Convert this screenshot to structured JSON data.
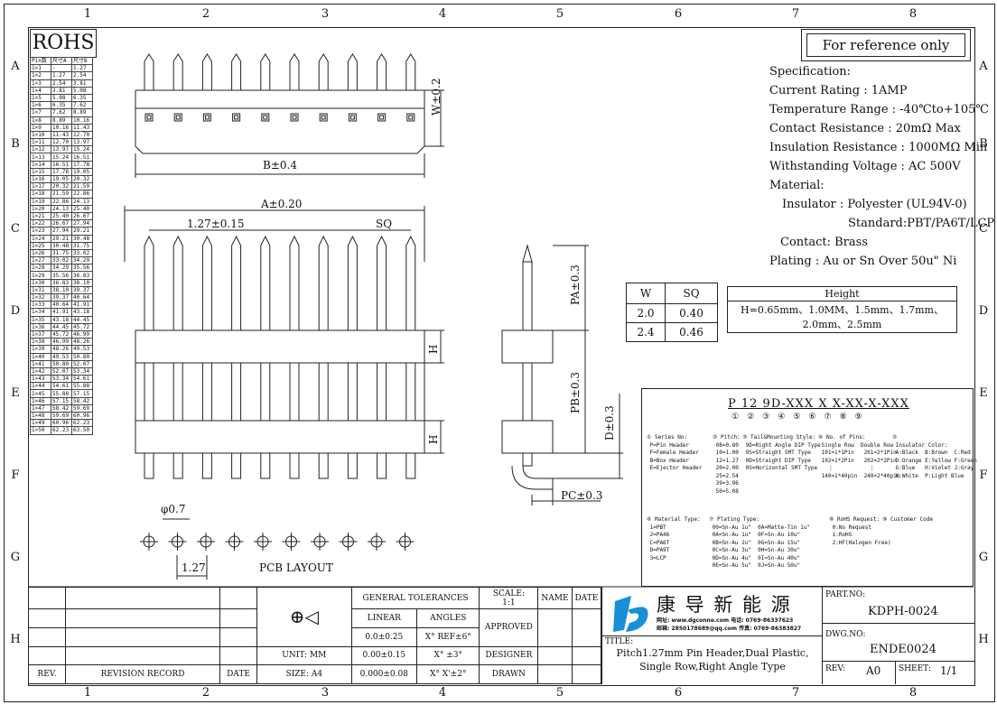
{
  "columns": [
    "1",
    "2",
    "3",
    "4",
    "5",
    "6",
    "7",
    "8"
  ],
  "rows": [
    "A",
    "B",
    "C",
    "D",
    "E",
    "F",
    "G",
    "H"
  ],
  "rohs": "ROHS",
  "reference_note": "For reference only",
  "pin_table": {
    "header": [
      "Pin数",
      "尺寸A",
      "尺寸B"
    ],
    "rows": [
      [
        "1×1",
        "-",
        "1.27"
      ],
      [
        "1×2",
        "1.27",
        "2.54"
      ],
      [
        "1×3",
        "2.54",
        "3.81"
      ],
      [
        "1×4",
        "3.81",
        "5.08"
      ],
      [
        "1×5",
        "5.08",
        "6.35"
      ],
      [
        "1×6",
        "6.35",
        "7.62"
      ],
      [
        "1×7",
        "7.62",
        "8.89"
      ],
      [
        "1×8",
        "8.89",
        "10.16"
      ],
      [
        "1×9",
        "10.16",
        "11.43"
      ],
      [
        "1×10",
        "11.43",
        "12.70"
      ],
      [
        "1×11",
        "12.70",
        "13.97"
      ],
      [
        "1×12",
        "13.97",
        "15.24"
      ],
      [
        "1×13",
        "15.24",
        "16.51"
      ],
      [
        "1×14",
        "16.51",
        "17.78"
      ],
      [
        "1×15",
        "17.78",
        "19.05"
      ],
      [
        "1×16",
        "19.05",
        "20.32"
      ],
      [
        "1×17",
        "20.32",
        "21.59"
      ],
      [
        "1×18",
        "21.59",
        "22.86"
      ],
      [
        "1×19",
        "22.86",
        "24.13"
      ],
      [
        "1×20",
        "24.13",
        "25.40"
      ],
      [
        "1×21",
        "25.40",
        "26.67"
      ],
      [
        "1×22",
        "26.67",
        "27.94"
      ],
      [
        "1×23",
        "27.94",
        "29.21"
      ],
      [
        "1×24",
        "29.21",
        "30.48"
      ],
      [
        "1×25",
        "30.48",
        "31.75"
      ],
      [
        "1×26",
        "31.75",
        "33.02"
      ],
      [
        "1×27",
        "33.02",
        "34.29"
      ],
      [
        "1×28",
        "34.29",
        "35.56"
      ],
      [
        "1×29",
        "35.56",
        "36.83"
      ],
      [
        "1×30",
        "36.83",
        "38.10"
      ],
      [
        "1×31",
        "38.10",
        "39.37"
      ],
      [
        "1×32",
        "39.37",
        "40.64"
      ],
      [
        "1×33",
        "40.64",
        "41.91"
      ],
      [
        "1×34",
        "41.91",
        "43.18"
      ],
      [
        "1×35",
        "43.18",
        "44.45"
      ],
      [
        "1×36",
        "44.45",
        "45.72"
      ],
      [
        "1×37",
        "45.72",
        "46.99"
      ],
      [
        "1×38",
        "46.99",
        "48.26"
      ],
      [
        "1×39",
        "48.26",
        "49.53"
      ],
      [
        "1×40",
        "49.53",
        "50.80"
      ],
      [
        "1×41",
        "50.80",
        "52.07"
      ],
      [
        "1×42",
        "52.07",
        "53.34"
      ],
      [
        "1×43",
        "53.34",
        "54.61"
      ],
      [
        "1×44",
        "54.61",
        "55.88"
      ],
      [
        "1×45",
        "55.88",
        "57.15"
      ],
      [
        "1×46",
        "57.15",
        "58.42"
      ],
      [
        "1×47",
        "58.42",
        "59.69"
      ],
      [
        "1×48",
        "59.69",
        "60.96"
      ],
      [
        "1×49",
        "60.96",
        "62.23"
      ],
      [
        "1×50",
        "62.23",
        "63.50"
      ]
    ]
  },
  "spec": {
    "title": "Specification:",
    "current": "Current Rating : 1AMP",
    "temperature": "Temperature Range : -40℃to+105℃",
    "contact_res": "Contact Resistance : 20mΩ Max",
    "insulation_res": "Insulation Resistance : 1000MΩ Min",
    "voltage": "Withstanding Voltage : AC 500V",
    "material": "Material:",
    "insulator": "Insulator : Polyester (UL94V-0)",
    "standard": "Standard:PBT/PA6T/LCP",
    "contact": "Contact: Brass",
    "plating": "Plating : Au or Sn Over 50u\" Ni"
  },
  "wsq": {
    "h1": "W",
    "h2": "SQ",
    "r1": [
      "2.0",
      "0.40"
    ],
    "r2": [
      "2.4",
      "0.46"
    ]
  },
  "height": {
    "title": "Height",
    "values": "H=0.65mm、1.0MM、1.5mm、1.7mm、2.0mm、2.5mm"
  },
  "dims": {
    "w": "W±0.2",
    "b": "B±0.4",
    "a": "A±0.20",
    "pitch": "1.27±0.15",
    "sq": "SQ",
    "pa": "PA±0.3",
    "pb": "PB±0.3",
    "h": "H",
    "d": "D±0.3",
    "pc": "PC±0.3",
    "phi": "φ0.7",
    "pitch2": "1.27",
    "pcb": "PCB LAYOUT"
  },
  "part_code": {
    "code": "P 12 9D-XXX X X-XX-X-XXX",
    "series": "① Series No:\n P=Pin Header\n F=Female Header\n B=Box Header\n E=Ejector Header",
    "pitch": "② Pitch:\n 08=0.80\n 10=1.00\n 12=1.27\n 20=2.00\n 25=2.54\n 39=3.96\n 50=5.08",
    "tail": "③ Tail&Mounting Style:\n 9D=Right Angle DIP Type\n 9S=Straight SMT Type\n 0D=Straight DIP Type\n 0S=Horizontal SMT Type",
    "pins": "④ No. of Pins:\n Single Row  Double Row\n 101=1*1Pin   201=2*1Pin\n 102=1*2Pin   202=2*2Pin\n   ⋮           ⋮\n 140=1*40pin  240=2*40pin",
    "color": "⑤\n Insulator Color:\n A:Black  B:Brown  C:Red\n D:Orange E:Yellow F:Green\n G:Blue   H:Violet J:Gray\n K:White  P:Light Blue",
    "material": "⑥ Material Type:\n 1=PBT\n 2=PA46\n C=PA6T\n D=PA9T\n 3=LCP",
    "plating": "⑦ Plating Type:\n 00=Sn-Au 1u\"  0A=Matte-Tin 1u\"\n 0A=Sn-Au 1u\"  0F=Sn-Au 10u\"\n 0B=Sn-Au 2u\"  0G=Sn-Au 15u\"\n 0C=Sn-Au 3u\"  0H=Sn-Au 30u\"\n 0D=Sn-Au 4u\"  0I=Sn-Au 40u\"\n 0E=Sn-Au 5u\"  0J=Sn-Au 50u\"",
    "rohs": "⑧ RoHS Request:\n 0:No Request\n 1:RoHS\n 2:HF(Halogen Free)",
    "customer": "⑨ Customer Code"
  },
  "title_block": {
    "general_tol": "GENERAL TOLERANCES",
    "linear": "LINEAR",
    "angles": "ANGLES",
    "t1": "0.0±0.25",
    "a1": "X° REF±6°",
    "t2": "0.00±0.15",
    "a2": "X° ±3°",
    "t3": "0.000±0.08",
    "a3": "X° X'±2°",
    "unit": "UNIT: MM",
    "size": "SIZE: A4",
    "scale_label": "SCALE:",
    "scale": "1:1",
    "name": "NAME",
    "date": "DATE",
    "approved": "APPROVED",
    "designer": "DESIGNER",
    "drawn": "DRAWN",
    "rev": "REV.",
    "revision_record": "REVISION RECORD",
    "rev_date": "DATE",
    "company": "康 导 新 能 源",
    "contact1": "网址: www.dgconne.com  电话: 0769-86337623",
    "contact2": "邮箱: 2850178689@qq.com 传真: 0769-86383827",
    "title_label": "TITLE:",
    "title1": "Pitch1.27mm Pin Header,Dual Plastic,",
    "title2": "Single Row,Right Angle Type",
    "part_no_label": "PART.NO:",
    "part_no": "KDPH-0024",
    "dwg_label": "DWG.NO:",
    "dwg_no": "ENDE0024",
    "rev_label": "REV:",
    "rev_value": "A0",
    "sheet_label": "SHEET:",
    "sheet": "1/1"
  }
}
